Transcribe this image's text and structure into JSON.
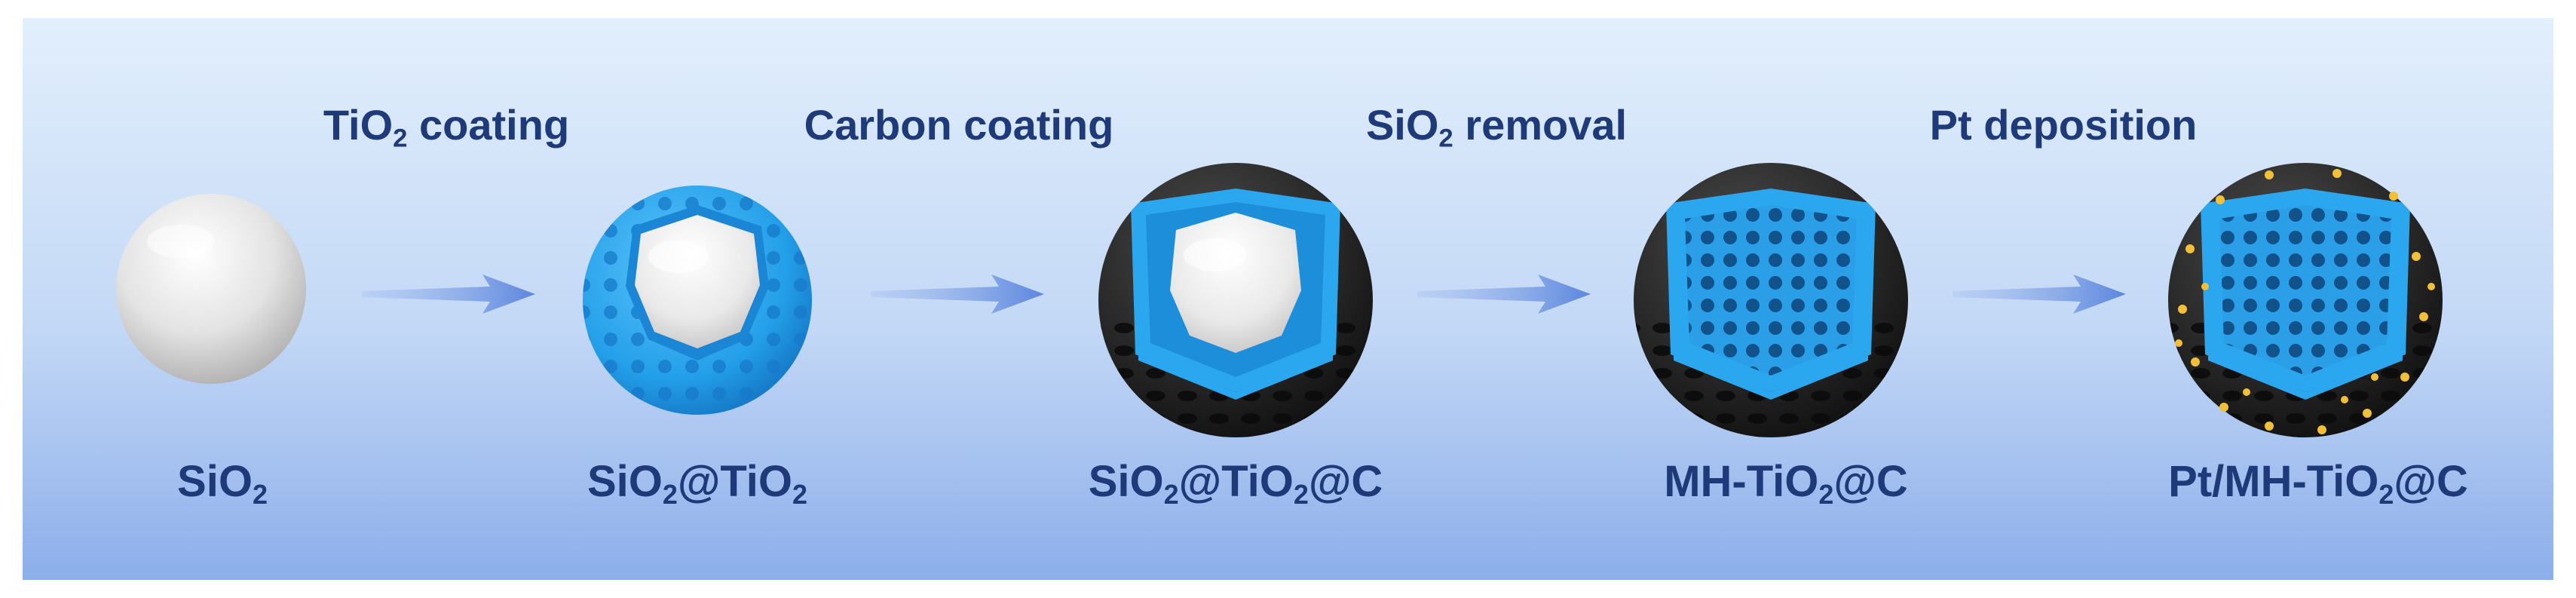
{
  "steps": [
    {
      "main": "TiO",
      "sub": "2",
      "tail": " coating"
    },
    {
      "main": "Carbon coating",
      "sub": "",
      "tail": ""
    },
    {
      "main": "SiO",
      "sub": "2",
      "tail": " removal"
    },
    {
      "main": "Pt deposition",
      "sub": "",
      "tail": ""
    }
  ],
  "products": [
    {
      "parts": [
        {
          "t": "SiO"
        },
        {
          "s": "2"
        }
      ]
    },
    {
      "parts": [
        {
          "t": "SiO"
        },
        {
          "s": "2"
        },
        {
          "t": "@TiO"
        },
        {
          "s": "2"
        }
      ]
    },
    {
      "parts": [
        {
          "t": "SiO"
        },
        {
          "s": "2"
        },
        {
          "t": "@TiO"
        },
        {
          "s": "2"
        },
        {
          "t": "@C"
        }
      ]
    },
    {
      "parts": [
        {
          "t": "MH-TiO"
        },
        {
          "s": "2"
        },
        {
          "t": "@C"
        }
      ]
    },
    {
      "parts": [
        {
          "t": "Pt/MH-TiO"
        },
        {
          "s": "2"
        },
        {
          "t": "@C"
        }
      ]
    }
  ],
  "colors": {
    "text": "#1f3a78",
    "background_top": "#dcecfb",
    "background_bottom": "#8fb0ea",
    "tio2": "#2aa6ee",
    "carbon": "#262626",
    "silica": "#e8e8e8",
    "platinum": "#f2c038",
    "arrow": "#6f95e4"
  }
}
